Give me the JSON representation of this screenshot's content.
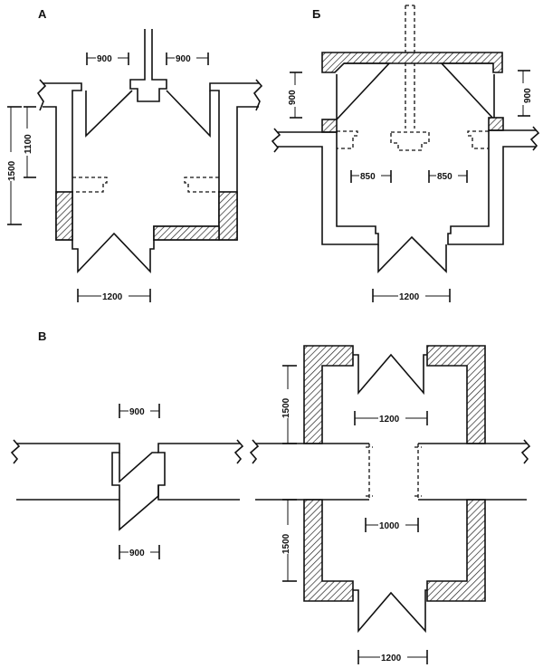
{
  "labels": {
    "panel_a": "А",
    "panel_b": "Б",
    "panel_v": "В"
  },
  "dimensions": {
    "a_left_900": "900",
    "a_right_900": "900",
    "a_height_1500": "1500",
    "a_height_1100": "1100",
    "a_bottom_1200": "1200",
    "b_left_900": "900",
    "b_right_900": "900",
    "b_left_850": "850",
    "b_right_850": "850",
    "b_bottom_1200": "1200",
    "v_top_900": "900",
    "v_bottom_900": "900",
    "v_top_1500": "1500",
    "v_bottom_1500": "1500",
    "v_top_1200": "1200",
    "v_mid_1000": "1000",
    "v_bottom_1200": "1200"
  }
}
